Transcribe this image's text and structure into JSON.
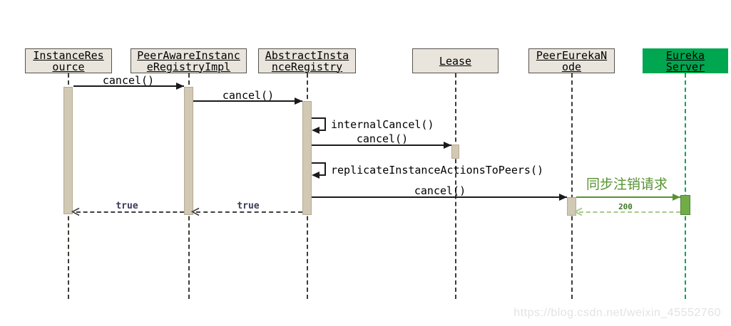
{
  "participants": [
    {
      "label": "InstanceRes\nource"
    },
    {
      "label": "PeerAwareInstanc\neRegistryImpl"
    },
    {
      "label": "AbstractInsta\nnceRegistry"
    },
    {
      "label": "Lease"
    },
    {
      "label": "PeerEurekaN\node"
    },
    {
      "label": "Eureka\nServer",
      "highlight": "green"
    }
  ],
  "messages": [
    {
      "label": "cancel()",
      "from": "InstanceResource",
      "to": "PeerAwareInstanceRegistryImpl",
      "kind": "sync"
    },
    {
      "label": "cancel()",
      "from": "PeerAwareInstanceRegistryImpl",
      "to": "AbstractInstanceRegistry",
      "kind": "sync"
    },
    {
      "label": "internalCancel()",
      "from": "AbstractInstanceRegistry",
      "to": "AbstractInstanceRegistry",
      "kind": "self"
    },
    {
      "label": "cancel()",
      "from": "AbstractInstanceRegistry",
      "to": "Lease",
      "kind": "sync"
    },
    {
      "label": "replicateInstanceActionsToPeers()",
      "from": "AbstractInstanceRegistry",
      "to": "AbstractInstanceRegistry",
      "kind": "self"
    },
    {
      "label": "cancel()",
      "from": "AbstractInstanceRegistry",
      "to": "PeerEurekaNode",
      "kind": "sync"
    },
    {
      "label": "同步注销请求",
      "from": "PeerEurekaNode",
      "to": "Eureka Server",
      "kind": "sync-green"
    },
    {
      "label": "200",
      "from": "Eureka Server",
      "to": "PeerEurekaNode",
      "kind": "return-green"
    },
    {
      "label": "true",
      "from": "AbstractInstanceRegistry",
      "to": "PeerAwareInstanceRegistryImpl",
      "kind": "return"
    },
    {
      "label": "true",
      "from": "PeerAwareInstanceRegistryImpl",
      "to": "InstanceResource",
      "kind": "return"
    }
  ],
  "colors": {
    "highlight_green": "#00a650",
    "message_green": "#569332",
    "return_green": "#a9c88d",
    "true_label": "#3b3b59",
    "participant_fill": "#e9e5dd",
    "activation_fill": "#d2c9b4"
  },
  "watermark": "https://blog.csdn.net/weixin_45552760"
}
